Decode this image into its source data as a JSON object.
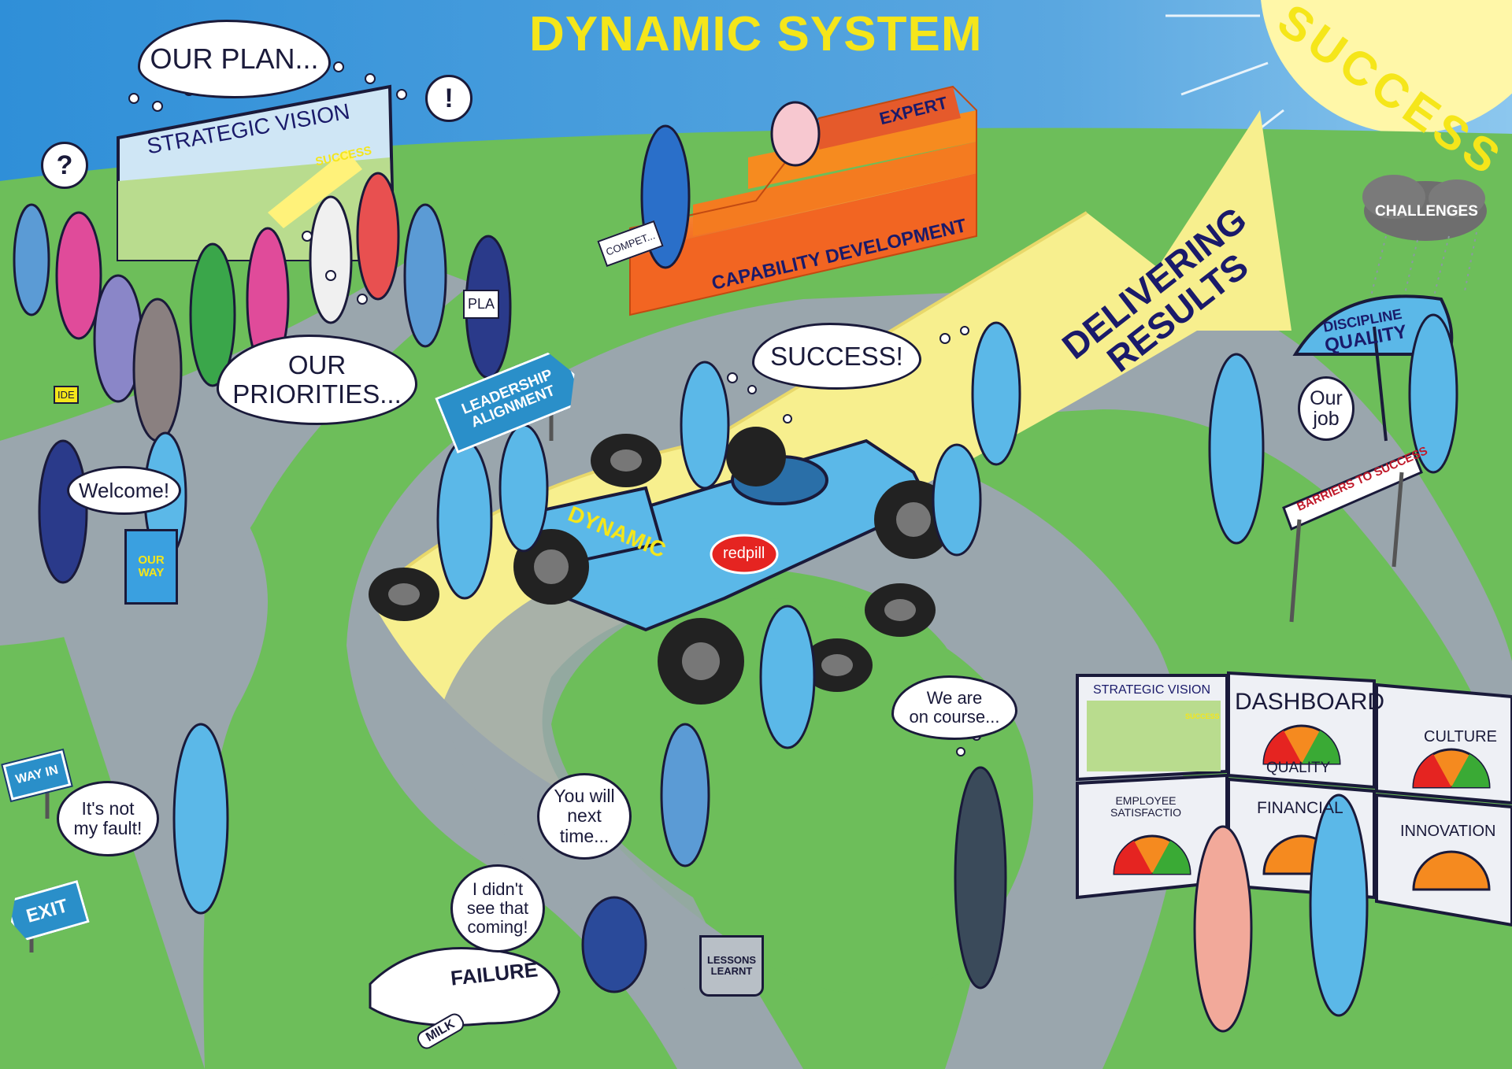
{
  "title": "DYNAMIC SYSTEM",
  "success_arc": "SUCCESS",
  "challenges": "CHALLENGES",
  "delivering_line1": "DELIVERING",
  "delivering_line2": "RESULTS",
  "bubbles": {
    "our_plan": "OUR PLAN...",
    "our_priorities_line1": "OUR",
    "our_priorities_line2": "PRIORITIES...",
    "success_pit": "SUCCESS!",
    "welcome": "Welcome!",
    "our_job_line1": "Our",
    "our_job_line2": "job",
    "not_my_fault_line1": "It's not",
    "not_my_fault_line2": "my fault!",
    "you_will_line1": "You will",
    "you_will_line2": "next",
    "you_will_line3": "time...",
    "didnt_see_line1": "I didn't",
    "didnt_see_line2": "see that",
    "didnt_see_line3": "coming!",
    "on_course_line1": "We are",
    "on_course_line2": "on course...",
    "question": "?",
    "exclaim": "!"
  },
  "board": {
    "strategic_vision": "STRATEGIC VISION",
    "success_small": "SUCCESS"
  },
  "signs": {
    "leadership_line1": "LEADERSHIP",
    "leadership_line2": "ALIGNMENT",
    "way_in": "WAY IN",
    "exit": "EXIT"
  },
  "steps": {
    "expert": "EXPERT",
    "capability": "CAPABILITY DEVELOPMENT",
    "competence": "COMPET..."
  },
  "car": {
    "dynamic": "DYNAMIC",
    "brand": "redpill"
  },
  "book": {
    "line1": "OUR",
    "line2": "WAY"
  },
  "umbrella": {
    "line1": "DISCIPLINE",
    "line2": "QUALITY"
  },
  "barrier": "BARRIERS TO SUCCESS",
  "failure": "FAILURE",
  "milk": "MILK",
  "bucket_line1": "LESSONS",
  "bucket_line2": "LEARNT",
  "plan_sign": "PLA",
  "idea_card": "IDE",
  "dashboard": {
    "strategic_vision": "STRATEGIC VISION",
    "success_tiny": "SUCCESS",
    "dashboard": "DASHBOARD",
    "quality": "QUALITY",
    "culture": "CULTURE",
    "employee_line1": "EMPLOYEE",
    "employee_line2": "SATISFACTIO",
    "financial": "FINANCIAL",
    "innovation": "INNOVATION"
  },
  "colors": {
    "sky": "#3f93d6",
    "grass": "#6dbe5a",
    "road": "#9aa6ad",
    "yellow_path": "#f7ef8e",
    "title": "#f5e61a",
    "ink": "#1a1a3a",
    "car_blue": "#5bb8e8",
    "orange": "#f58a1f"
  }
}
